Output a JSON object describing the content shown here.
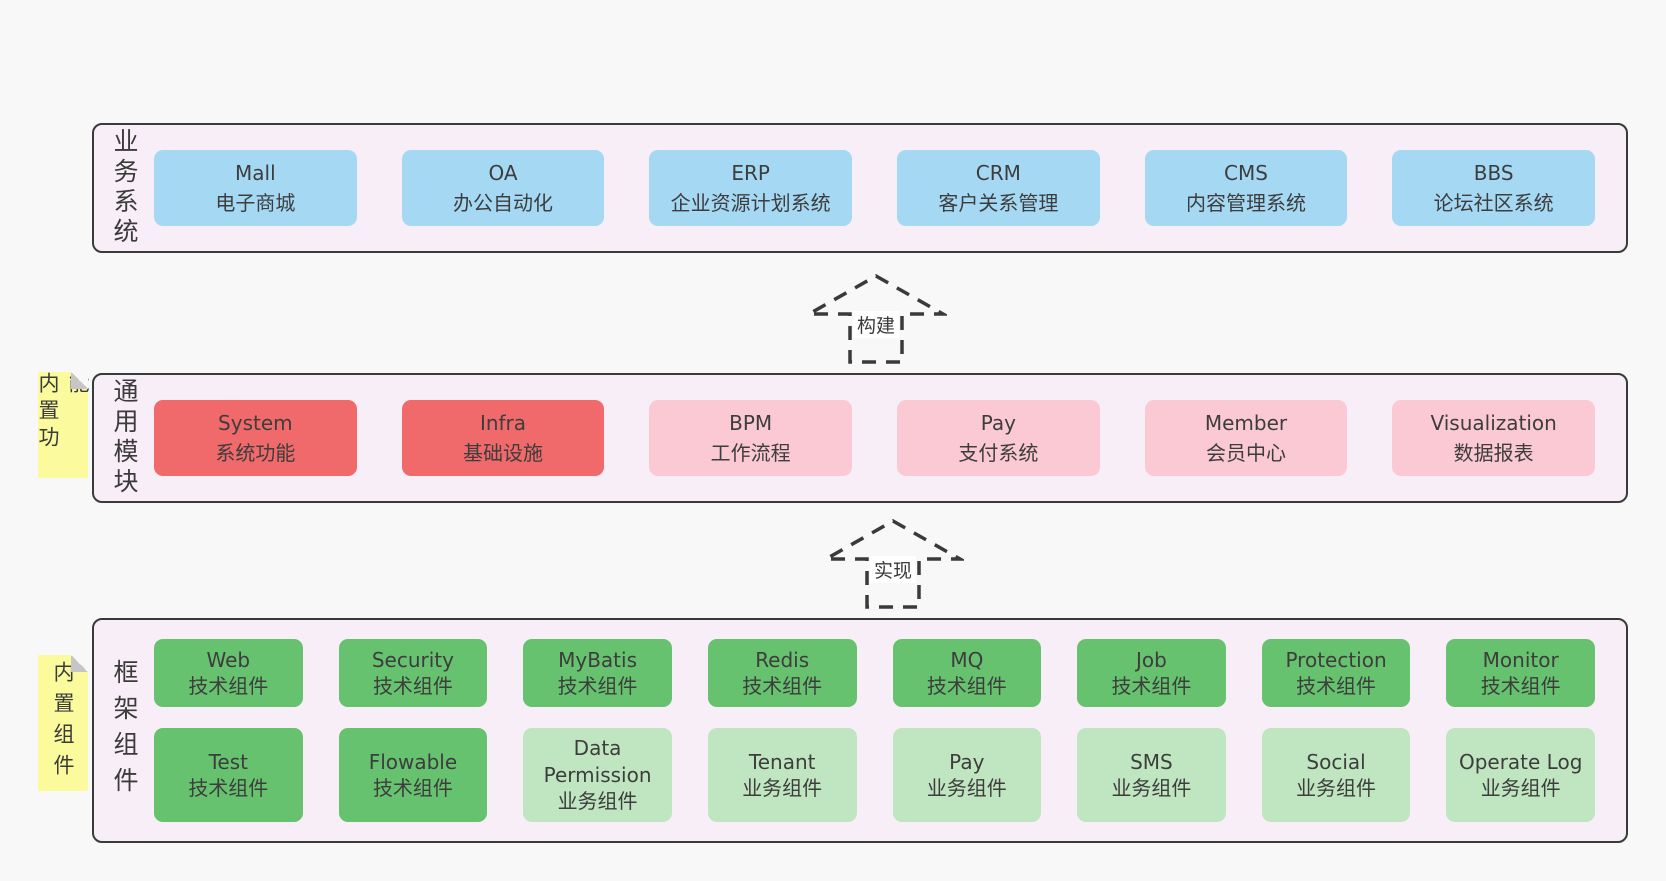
{
  "arrows": {
    "build": "构建",
    "implement": "实现"
  },
  "sections": {
    "business": {
      "side_label": "业务系统",
      "boxes": [
        {
          "title": "Mall",
          "subtitle": "电子商城"
        },
        {
          "title": "OA",
          "subtitle": "办公自动化"
        },
        {
          "title": "ERP",
          "subtitle": "企业资源计划系统"
        },
        {
          "title": "CRM",
          "subtitle": "客户关系管理"
        },
        {
          "title": "CMS",
          "subtitle": "内容管理系统"
        },
        {
          "title": "BBS",
          "subtitle": "论坛社区系统"
        }
      ]
    },
    "modules": {
      "side_label": "通用模块",
      "note": "内置功能",
      "boxes": [
        {
          "title": "System",
          "subtitle": "系统功能"
        },
        {
          "title": "Infra",
          "subtitle": "基础设施"
        },
        {
          "title": "BPM",
          "subtitle": "工作流程"
        },
        {
          "title": "Pay",
          "subtitle": "支付系统"
        },
        {
          "title": "Member",
          "subtitle": "会员中心"
        },
        {
          "title": "Visualization",
          "subtitle": "数据报表"
        }
      ]
    },
    "framework": {
      "side_label": "框架组件",
      "note": "内置组件",
      "row1": [
        {
          "title": "Web",
          "subtitle": "技术组件"
        },
        {
          "title": "Security",
          "subtitle": "技术组件"
        },
        {
          "title": "MyBatis",
          "subtitle": "技术组件"
        },
        {
          "title": "Redis",
          "subtitle": "技术组件"
        },
        {
          "title": "MQ",
          "subtitle": "技术组件"
        },
        {
          "title": "Job",
          "subtitle": "技术组件"
        },
        {
          "title": "Protection",
          "subtitle": "技术组件"
        },
        {
          "title": "Monitor",
          "subtitle": "技术组件"
        }
      ],
      "row2": [
        {
          "title": "Test",
          "subtitle": "技术组件"
        },
        {
          "title": "Flowable",
          "subtitle": "技术组件"
        },
        {
          "title": "Data Permission",
          "subtitle": "业务组件"
        },
        {
          "title": "Tenant",
          "subtitle": "业务组件"
        },
        {
          "title": "Pay",
          "subtitle": "业务组件"
        },
        {
          "title": "SMS",
          "subtitle": "业务组件"
        },
        {
          "title": "Social",
          "subtitle": "业务组件"
        },
        {
          "title": "Operate Log",
          "subtitle": "业务组件"
        }
      ]
    }
  },
  "colors": {
    "page_bg": "#f8f8f8",
    "panel_bg": "#f8eef7",
    "panel_border": "#3a3a3a",
    "blue": "#a5d9f3",
    "red": "#f0696b",
    "pink": "#fac9d4",
    "green": "#66c26e",
    "light_green": "#c0e6c1",
    "note_yellow": "#fbfb9e",
    "text": "#3d3d3d"
  }
}
